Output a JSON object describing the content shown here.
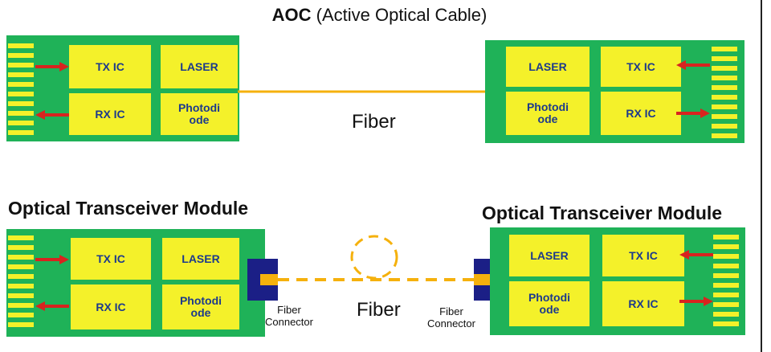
{
  "diagram": {
    "title": {
      "bold": "AOC",
      "rest": " (Active Optical Cable)"
    },
    "aoc": {
      "fiber_label": "Fiber",
      "left": {
        "tx": "TX IC",
        "rx": "RX IC",
        "laser": "LASER",
        "photo_1": "Photodi",
        "photo_2": "ode"
      },
      "right": {
        "tx": "TX IC",
        "rx": "RX IC",
        "laser": "LASER",
        "photo_1": "Photodi",
        "photo_2": "ode"
      }
    },
    "module": {
      "left_title": "Optical Transceiver Module",
      "right_title": "Optical Transceiver Module",
      "fiber_label": "Fiber",
      "connector_left_1": "Fiber",
      "connector_left_2": "Connector",
      "connector_right_1": "Fiber",
      "connector_right_2": "Connector",
      "left": {
        "tx": "TX IC",
        "rx": "RX IC",
        "laser": "LASER",
        "photo_1": "Photodi",
        "photo_2": "ode"
      },
      "right": {
        "tx": "TX IC",
        "rx": "RX IC",
        "laser": "LASER",
        "photo_1": "Photodi",
        "photo_2": "ode"
      }
    },
    "colors": {
      "board": "#1fb258",
      "chip": "#f4f12a",
      "chip_text": "#1d3a8c",
      "fiber": "#f5b10d",
      "arrow": "#d8231f",
      "connector": "#1b1f86"
    }
  }
}
